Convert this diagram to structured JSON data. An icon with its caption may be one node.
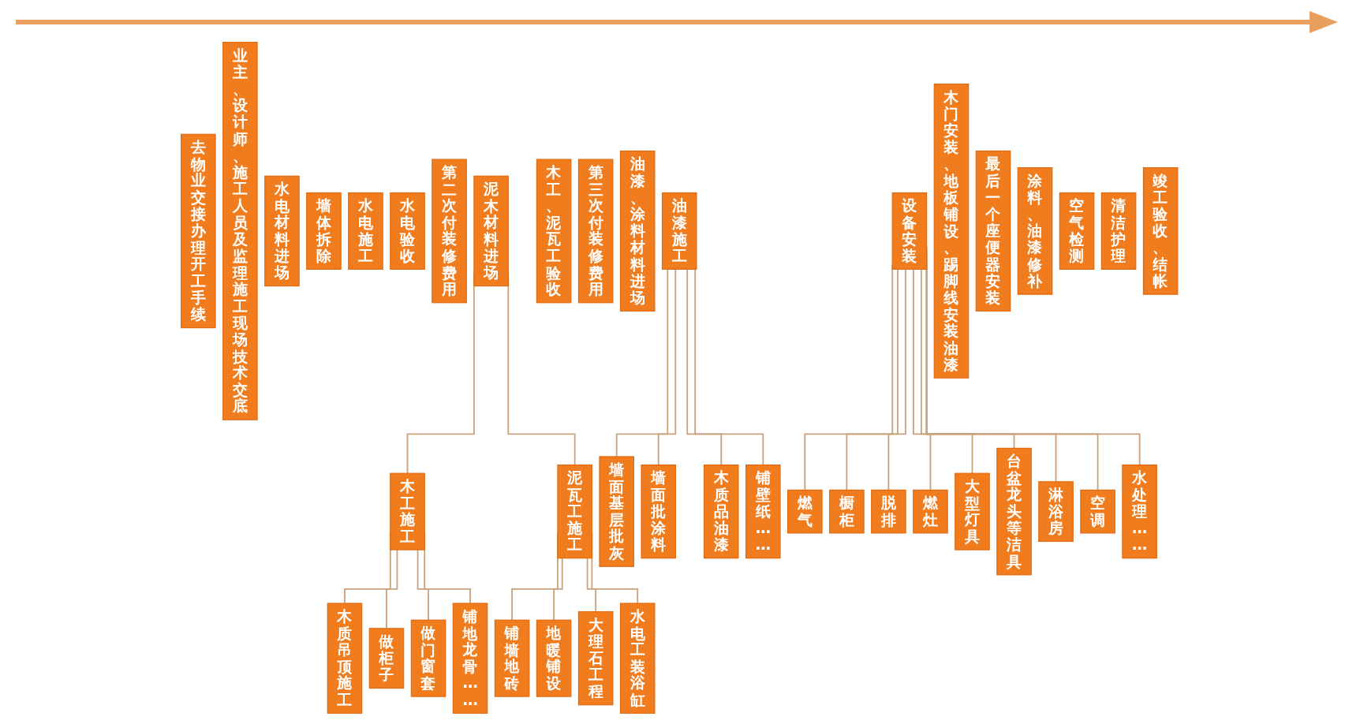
{
  "diagram": {
    "nodes": [
      {
        "text": [
          "去物业交接办理开工手续"
        ]
      },
      {
        "text": [
          "业主、设计师、施工人员及监理施工现场技术交底"
        ]
      },
      {
        "text": [
          "水电材料进场"
        ]
      },
      {
        "text": [
          "墙体拆除"
        ]
      },
      {
        "text": [
          "水电施工"
        ]
      },
      {
        "text": [
          "水电验收"
        ]
      },
      {
        "text": [
          "第二次付装修费用"
        ]
      },
      {
        "text": [
          "泥木材料进场"
        ]
      },
      {
        "text": [
          "木工、泥瓦工验收"
        ]
      },
      {
        "text": [
          "第三次付装修费用"
        ]
      },
      {
        "text": [
          "油漆、涂料材料进场"
        ]
      },
      {
        "text": [
          "油漆施工"
        ]
      },
      {
        "text": [
          "设备安装"
        ]
      },
      {
        "text": [
          "木门安装、地板铺设、踢脚线安装油漆"
        ]
      },
      {
        "text": [
          "最后一个座便器安装"
        ]
      },
      {
        "text": [
          "涂料、油漆修补"
        ]
      },
      {
        "text": [
          "空气检测"
        ]
      },
      {
        "text": [
          "清洁护理"
        ]
      },
      {
        "text": [
          "竣工验收、结帐"
        ]
      },
      {
        "text": [
          "木工施工"
        ]
      },
      {
        "text": [
          "泥瓦工施工"
        ]
      },
      {
        "text": [
          "木质吊顶施工"
        ]
      },
      {
        "text": [
          "做柜子"
        ]
      },
      {
        "text": [
          "做门窗套"
        ]
      },
      {
        "text": [
          "铺地龙骨……"
        ]
      },
      {
        "text": [
          "铺墙地砖"
        ]
      },
      {
        "text": [
          "地暖铺设"
        ]
      },
      {
        "text": [
          "大理石工程"
        ]
      },
      {
        "text": [
          "水电工装浴缸"
        ]
      },
      {
        "text": [
          "墙面基层批灰"
        ]
      },
      {
        "text": [
          "墙面批涂料"
        ]
      },
      {
        "text": [
          "木质品油漆"
        ]
      },
      {
        "text": [
          "铺壁纸……"
        ]
      },
      {
        "text": [
          "燃气"
        ]
      },
      {
        "text": [
          "橱柜"
        ]
      },
      {
        "text": [
          "脱排"
        ]
      },
      {
        "text": [
          "燃灶"
        ]
      },
      {
        "text": [
          "大型灯具"
        ]
      },
      {
        "text": [
          "台盆龙头等洁具"
        ]
      },
      {
        "text": [
          "淋浴房"
        ]
      },
      {
        "text": [
          "空调"
        ]
      },
      {
        "text": [
          "水处理……"
        ]
      }
    ],
    "edges": [
      {
        "from": 7,
        "to": 19,
        "arrow": "none"
      },
      {
        "from": 7,
        "to": 20,
        "arrow": "none"
      },
      {
        "from": 19,
        "to": 21,
        "arrow": "none"
      },
      {
        "from": 19,
        "to": 22,
        "arrow": "none"
      },
      {
        "from": 19,
        "to": 23,
        "arrow": "none"
      },
      {
        "from": 19,
        "to": 24,
        "arrow": "none"
      },
      {
        "from": 20,
        "to": 25,
        "arrow": "none"
      },
      {
        "from": 20,
        "to": 26,
        "arrow": "none"
      },
      {
        "from": 20,
        "to": 27,
        "arrow": "none"
      },
      {
        "from": 20,
        "to": 28,
        "arrow": "none"
      },
      {
        "from": 11,
        "to": 29,
        "arrow": "none"
      },
      {
        "from": 11,
        "to": 30,
        "arrow": "none"
      },
      {
        "from": 11,
        "to": 31,
        "arrow": "none"
      },
      {
        "from": 11,
        "to": 32,
        "arrow": "none"
      },
      {
        "from": 12,
        "to": 33,
        "arrow": "none"
      },
      {
        "from": 12,
        "to": 34,
        "arrow": "none"
      },
      {
        "from": 12,
        "to": 35,
        "arrow": "none"
      },
      {
        "from": 12,
        "to": 36,
        "arrow": "none"
      },
      {
        "from": 12,
        "to": 37,
        "arrow": "none"
      },
      {
        "from": 12,
        "to": 38,
        "arrow": "none"
      },
      {
        "from": 12,
        "to": 39,
        "arrow": "none"
      },
      {
        "from": 12,
        "to": 40,
        "arrow": "none"
      },
      {
        "from": 12,
        "to": 41,
        "arrow": "none"
      }
    ]
  }
}
